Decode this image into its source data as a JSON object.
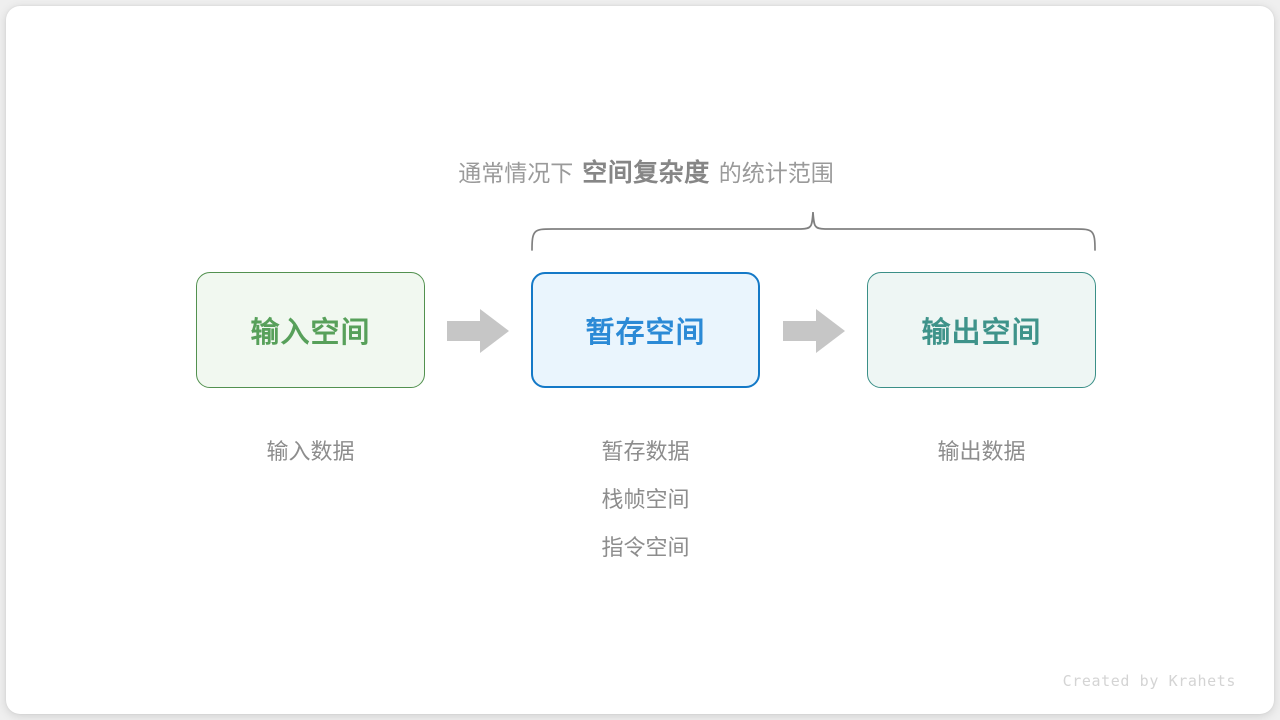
{
  "caption": {
    "prefix": "通常情况下",
    "strong": "空间复杂度",
    "suffix": "的统计范围"
  },
  "boxes": [
    {
      "label": "输入空间",
      "color": "#57a05a",
      "border": "#52914f",
      "fill": "#f1f8f0"
    },
    {
      "label": "暂存空间",
      "color": "#2b8ad6",
      "border": "#1479c7",
      "fill": "#eaf5fd"
    },
    {
      "label": "输出空间",
      "color": "#3e938a",
      "border": "#3a8f87",
      "fill": "#eef6f4"
    }
  ],
  "arrows": [
    {
      "name": "arrow-input-to-temp",
      "color": "#c6c6c6"
    },
    {
      "name": "arrow-temp-to-output",
      "color": "#c6c6c6"
    }
  ],
  "sublabels": [
    {
      "lines": [
        "输入数据"
      ]
    },
    {
      "lines": [
        "暂存数据",
        "栈帧空间",
        "指令空间"
      ]
    },
    {
      "lines": [
        "输出数据"
      ]
    }
  ],
  "brace": {
    "color": "#808080",
    "name": "curly-brace-spanning-temp-and-output"
  },
  "credit": "Created by Krahets",
  "theme": {
    "page_background": "#efefef",
    "card_background": "#ffffff",
    "caption_color": "#9a9a9a",
    "caption_strong_color": "#868686",
    "sublabel_color": "#8d8d8d",
    "credit_color": "#d4d4d4"
  }
}
